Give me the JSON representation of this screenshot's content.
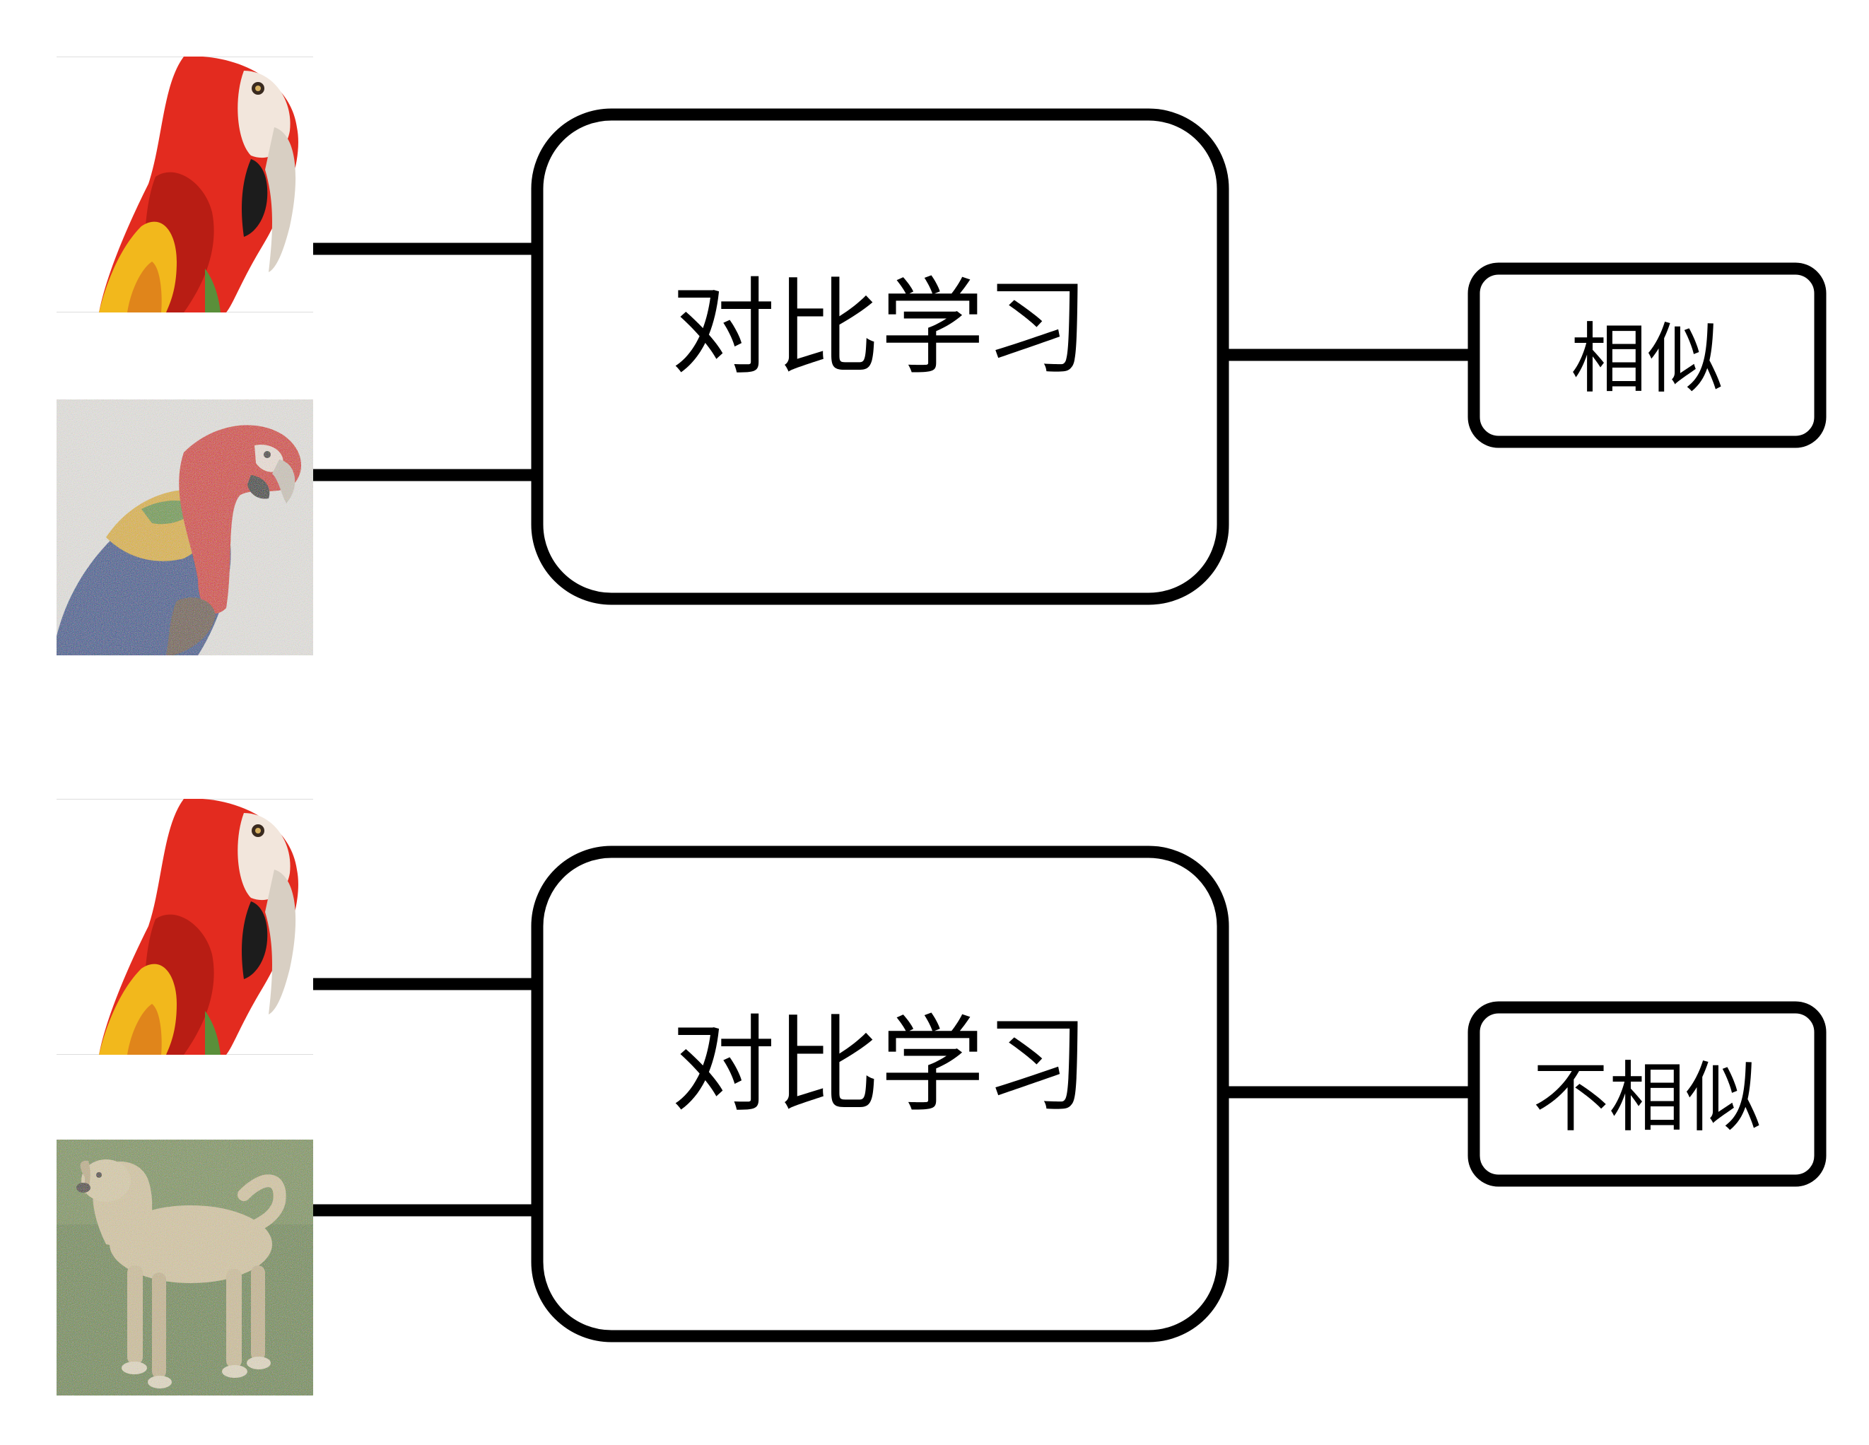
{
  "diagram": {
    "top_pair": {
      "image_a": {
        "subject": "parrot",
        "style": "clean photo"
      },
      "image_b": {
        "subject": "parrot",
        "style": "noisy photo"
      },
      "model_label": "对比学习",
      "result_label": "相似"
    },
    "bottom_pair": {
      "image_a": {
        "subject": "parrot",
        "style": "clean photo"
      },
      "image_b": {
        "subject": "dog",
        "style": "noisy photo"
      },
      "model_label": "对比学习",
      "result_label": "不相似"
    }
  },
  "colors": {
    "stroke": "#000000",
    "background": "#ffffff",
    "parrot_red": "#e32b1f",
    "parrot_yellow": "#f2b81c",
    "parrot_blue": "#2a4d8f",
    "dog_fur": "#d8c9a3",
    "grass": "#6f8a4a"
  }
}
